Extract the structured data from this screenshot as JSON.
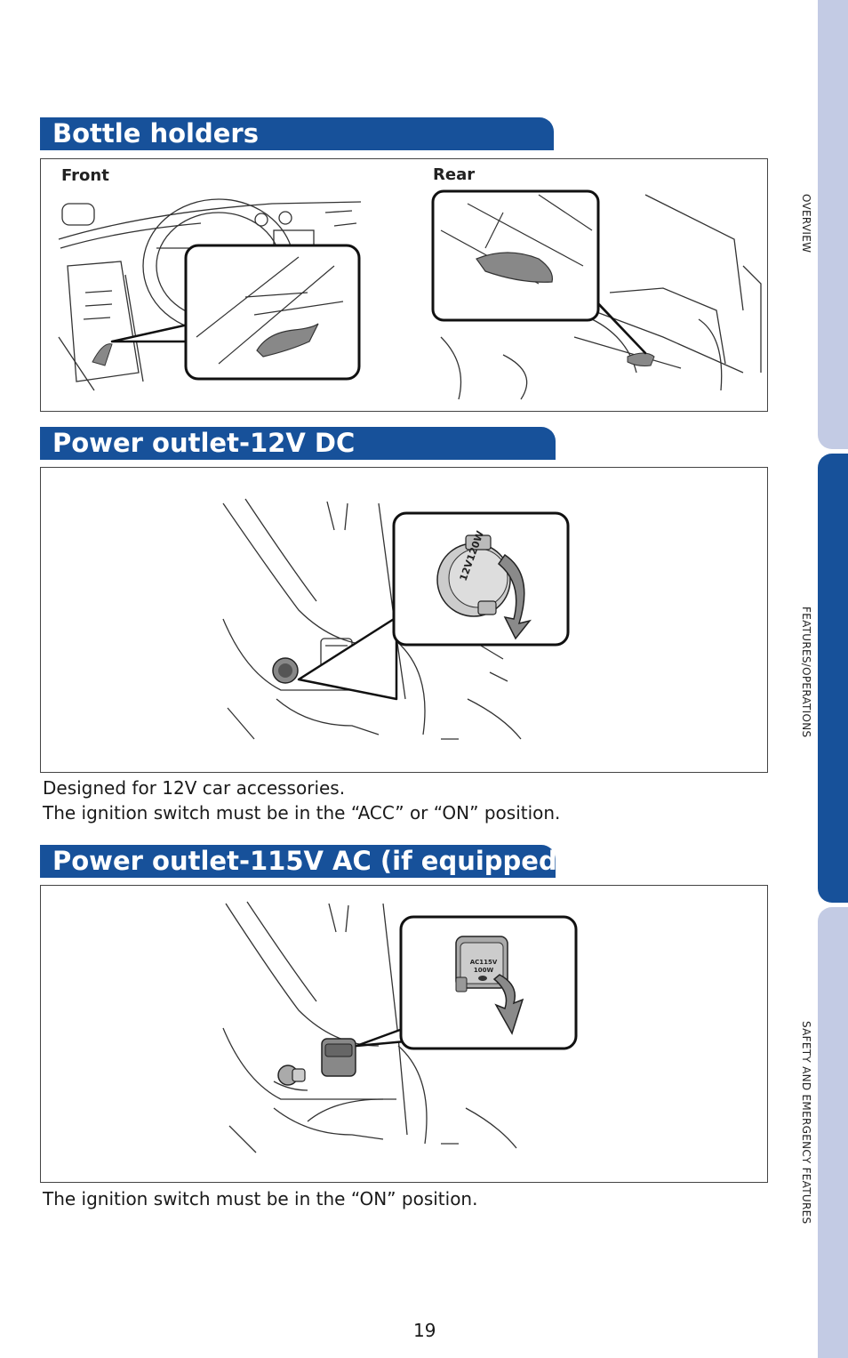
{
  "sections": [
    {
      "title": "Bottle holders",
      "labels": {
        "front": "Front",
        "rear": "Rear"
      }
    },
    {
      "title": "Power outlet-12V DC",
      "text": [
        "Designed for 12V car accessories.",
        "The ignition switch must be in the “ACC” or “ON” position."
      ],
      "outlet_label": "12V120W"
    },
    {
      "title": "Power outlet-115V AC (if equipped)",
      "text": [
        "The ignition switch must be in the “ON” position."
      ],
      "outlet_label_1": "AC115V",
      "outlet_label_2": "100W"
    }
  ],
  "side_tabs": [
    {
      "label": "OVERVIEW",
      "active": false
    },
    {
      "label": "FEATURES/OPERATIONS",
      "active": true
    },
    {
      "label": "SAFETY AND EMERGENCY FEATURES",
      "active": false
    }
  ],
  "page_number": "19",
  "colors": {
    "header_blue": "#17519a",
    "tab_inactive": "#c3cbe4",
    "tab_active": "#17519a"
  }
}
